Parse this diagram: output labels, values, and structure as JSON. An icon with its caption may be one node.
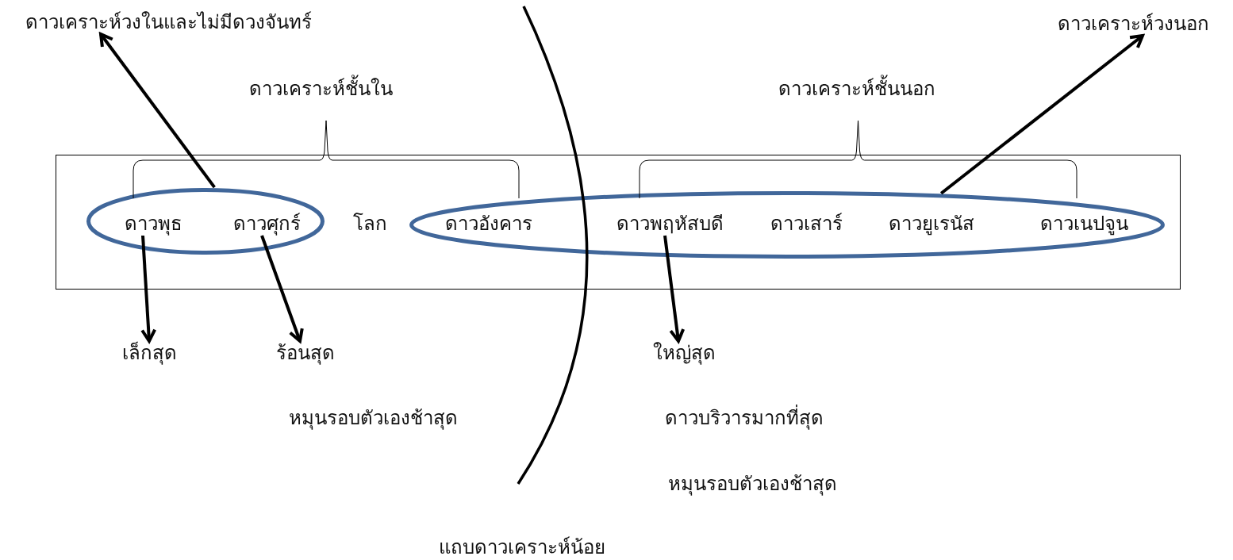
{
  "diagram": {
    "nodes": [
      {
        "text": [
          "ดาวเคราะห์วงในและไม่มีดวงจันทร์"
        ]
      },
      {
        "text": [
          "ดาวเคราะห์วงนอก"
        ]
      },
      {
        "text": [],
        "shape": "box"
      },
      {
        "text": [],
        "shape": "ellipse",
        "in": 2
      },
      {
        "text": [
          "ดาวพุธ"
        ],
        "in": 3
      },
      {
        "text": [
          "ดาวศุกร์"
        ],
        "in": 3
      },
      {
        "text": [
          "โลก"
        ],
        "in": 2
      },
      {
        "text": [],
        "shape": "ellipse",
        "in": 2
      },
      {
        "text": [
          "ดาวอังคาร"
        ],
        "in": 7
      },
      {
        "text": [
          "ดาวพฤหัสบดี"
        ],
        "in": 7
      },
      {
        "text": [
          "ดาวเสาร์"
        ],
        "in": 7
      },
      {
        "text": [
          "ดาวยูเรนัส"
        ],
        "in": 7
      },
      {
        "text": [
          "ดาวเนปจูน"
        ],
        "in": 7
      },
      {
        "text": [
          "เล็กสุด"
        ]
      },
      {
        "text": [
          "ร้อนสุด"
        ]
      },
      {
        "text": [
          "ใหญ่สุด"
        ]
      }
    ],
    "edges": [
      {
        "from": 3,
        "to": 0,
        "arrow": "to"
      },
      {
        "from": 7,
        "to": 1,
        "arrow": "to"
      },
      {
        "from": 4,
        "to": 13,
        "arrow": "to"
      },
      {
        "from": 5,
        "to": 14,
        "arrow": "to"
      },
      {
        "from": 9,
        "to": 15,
        "arrow": "to"
      }
    ],
    "labels": [
      "ดาวเคราะห์ชั้นใน",
      "ดาวเคราะห์ชั้นนอก",
      "หมุนรอบตัวเองช้าสุด",
      "ดาวบริวารมากที่สุด",
      "หมุนรอบตัวเองช้าสุด",
      "แถบดาวเคราะห์น้อย"
    ]
  }
}
